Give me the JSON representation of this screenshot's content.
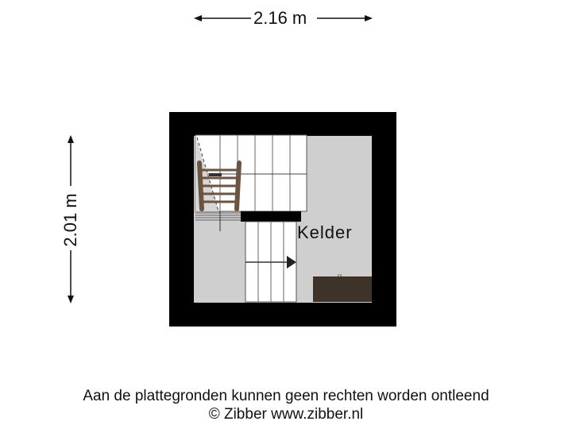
{
  "dimensions": {
    "width_label": "2.16 m",
    "height_label": "2.01 m"
  },
  "floorplan": {
    "rooms": [
      {
        "name": "Kelder"
      }
    ],
    "colors": {
      "wall": "#000000",
      "floor": "#d0d0d0",
      "stairs": "#ffffff",
      "ladder": "#6b5440",
      "cabinet": "#3e3328"
    }
  },
  "footer": {
    "disclaimer": "Aan de plattegronden kunnen geen rechten worden ontleend",
    "copyright": "© Zibber www.zibber.nl"
  }
}
